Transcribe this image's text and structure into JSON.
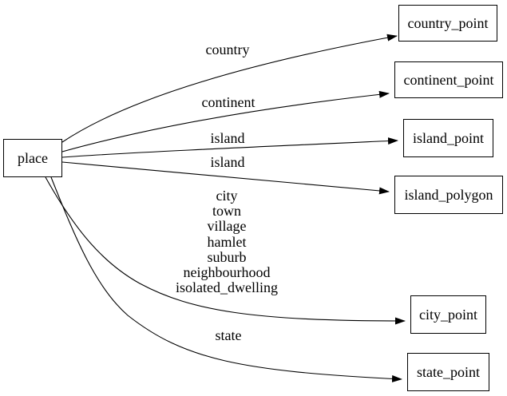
{
  "diagram": {
    "type": "directed-graph",
    "background_color": "#ffffff",
    "stroke_color": "#000000",
    "text_color": "#000000",
    "nodes": [
      {
        "id": "place",
        "label": "place"
      },
      {
        "id": "country_point",
        "label": "country_point"
      },
      {
        "id": "continent_point",
        "label": "continent_point"
      },
      {
        "id": "island_point",
        "label": "island_point"
      },
      {
        "id": "island_polygon",
        "label": "island_polygon"
      },
      {
        "id": "city_point",
        "label": "city_point"
      },
      {
        "id": "state_point",
        "label": "state_point"
      }
    ],
    "edges": [
      {
        "from": "place",
        "to": "country_point",
        "label": "country"
      },
      {
        "from": "place",
        "to": "continent_point",
        "label": "continent"
      },
      {
        "from": "place",
        "to": "island_point",
        "label": "island"
      },
      {
        "from": "place",
        "to": "island_polygon",
        "label": "island"
      },
      {
        "from": "place",
        "to": "city_point",
        "label_lines": [
          "city",
          "town",
          "village",
          "hamlet",
          "suburb",
          "neighbourhood",
          "isolated_dwelling"
        ]
      },
      {
        "from": "place",
        "to": "state_point",
        "label": "state"
      }
    ]
  }
}
